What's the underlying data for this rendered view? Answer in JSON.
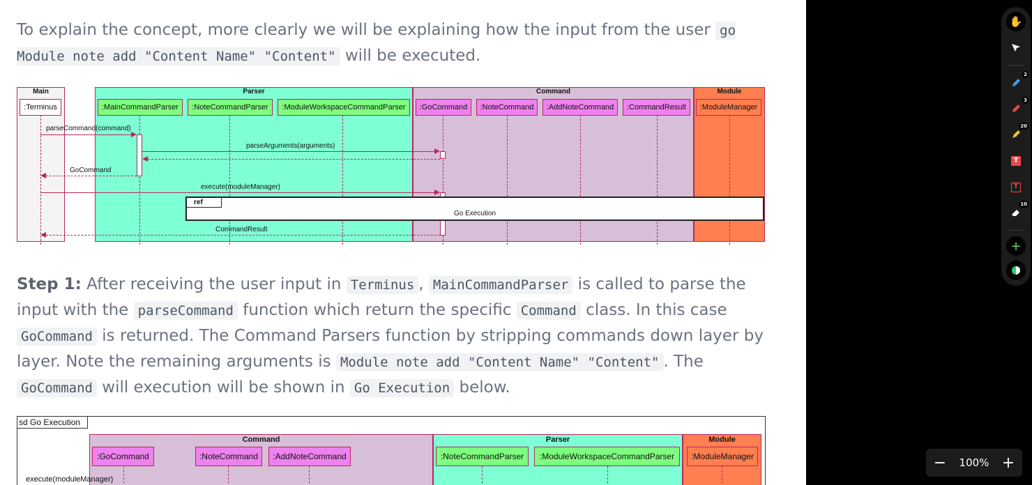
{
  "intro": {
    "t1": "To explain the concept, more clearly we will be explaining how the input from the user ",
    "code1": "go Module note add \"Content Name\" \"Content\"",
    "t2": " will be executed."
  },
  "diagram1": {
    "groups": {
      "main": "Main",
      "parser": "Parser",
      "command": "Command",
      "module": "Module"
    },
    "participants": [
      ":Terminus",
      ":MainCommandParser",
      ":NoteCommandParser",
      ":ModuleWorkspaceCommandParser",
      ":GoCommand",
      ":NoteCommand",
      ":AddNoteCommand",
      ":CommandResult",
      ":ModuleManager"
    ],
    "messages": [
      "parseCommand(command)",
      "parseArguments(arguments)",
      "GoCommand",
      "execute(moduleManager)",
      "CommandResult"
    ],
    "ref_tag": "ref",
    "ref_label": "Go Execution",
    "colors": {
      "main": "#f4f4f4",
      "parser": "#7fffd4",
      "command": "#d8bfd8",
      "module": "#ff7f50",
      "line": "#b8255f"
    }
  },
  "step1": {
    "label": "Step 1:",
    "t1": " After receiving the user input in ",
    "c1": "Terminus",
    "t2": ", ",
    "c2": "MainCommandParser",
    "t3": " is called to parse the input with the ",
    "c3": "parseCommand",
    "t4": " function which return the specific ",
    "c4": "Command",
    "t5": " class. In this case ",
    "c5": "GoCommand",
    "t6": " is returned. The Command Parsers function by stripping commands down layer by layer. Note the remaining arguments is ",
    "c6": "Module note add \"Content Name\" \"Content\"",
    "t7": ". The ",
    "c7": "GoCommand",
    "t8": " will execution will be shown in ",
    "c8": "Go Execution",
    "t9": " below."
  },
  "diagram2": {
    "frame_label": "sd Go Execution",
    "groups": {
      "command": "Command",
      "parser": "Parser",
      "module": "Module"
    },
    "participants": [
      ":GoCommand",
      ":NoteCommand",
      ":AddNoteCommand",
      ":NoteCommandParser",
      ":ModuleWorkspaceCommandParser",
      ":ModuleManager"
    ],
    "messages": [
      "execute(moduleManager)"
    ]
  },
  "toolbar": {
    "icons": [
      "hand-icon",
      "pointer-icon",
      "pen-blue-icon",
      "pen-red-icon",
      "highlighter-icon",
      "text-box-icon",
      "text-icon",
      "eraser-icon",
      "add-icon",
      "theme-icon"
    ],
    "badges": {
      "pen_blue": "2",
      "pen_red": "3",
      "highlighter": "20",
      "eraser": "10"
    }
  },
  "zoom": {
    "minus": "−",
    "value": "100%",
    "plus": "+"
  }
}
